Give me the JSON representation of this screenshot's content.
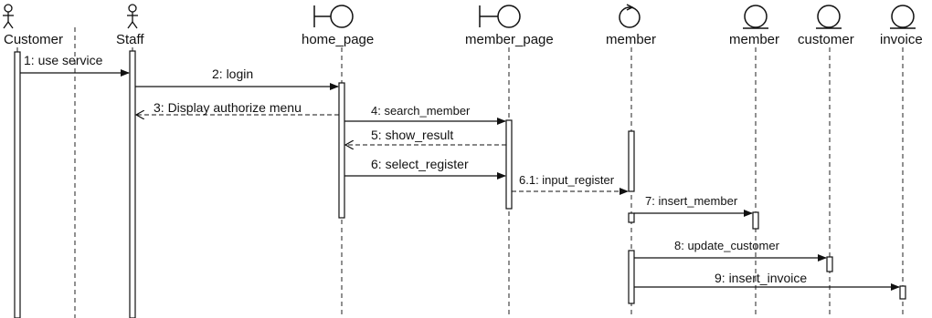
{
  "diagram": {
    "participants": {
      "customer": "Customer",
      "staff": "Staff",
      "home_page": "home_page",
      "member_page": "member_page",
      "member_ctrl": "member",
      "member_entity": "member",
      "customer_entity": "customer",
      "invoice_entity": "invoice"
    },
    "messages": {
      "m1": "1: use service",
      "m2": "2: login",
      "m3": "3: Display authorize menu",
      "m4": "4: search_member",
      "m5": "5: show_result",
      "m6": "6: select_register",
      "m61": "6.1: input_register",
      "m7": "7: insert_member",
      "m8": "8: update_customer",
      "m9": "9: insert_invoice"
    }
  }
}
